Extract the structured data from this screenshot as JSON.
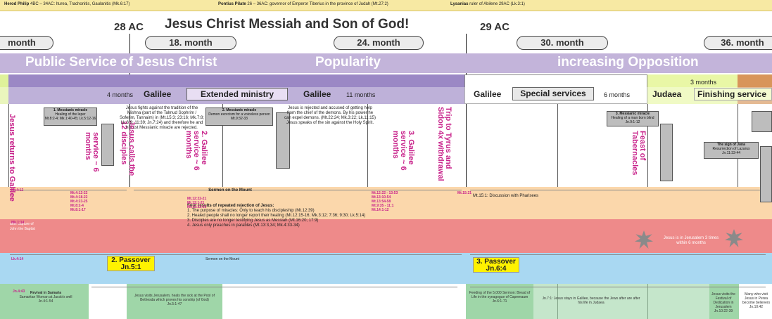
{
  "topbar": {
    "herod_name": "Herod Philip",
    "herod_text": "4BC – 34AC: Iturea, Trachonitis, Gaulanitis (Mk.6:17)",
    "pilate_name": "Pontius Pilate",
    "pilate_text": "26 – 36AC: governor of Emperor Tiberius in the province of Judah (Mt.27:2)",
    "lysanias_name": "Lysanias",
    "lysanias_text": "ruler of Abilene 29AC (Lk.3:1)"
  },
  "header": {
    "title": "Jesus Christ Messiah and Son of God!",
    "year_28": "28 AC",
    "year_29": "29 AC",
    "month_left": "month",
    "month_18": "18. month",
    "month_24": "24. month",
    "month_30": "30. month",
    "month_36": "36. month"
  },
  "phases": {
    "public_service": "Public Service of Jesus Christ",
    "popularity": "Popularity",
    "opposition": "increasing Opposition"
  },
  "segments": {
    "four_months": "4 months",
    "galilee_1": "Galilee",
    "extended_ministry": "Extended ministry",
    "galilee_2": "Galilee",
    "eleven_months": "11 months",
    "galilee_3": "Galilee",
    "special_services": "Special services",
    "six_months": "6 months",
    "three_months": "3 months",
    "judaea": "Judaea",
    "finishing_service": "Finishing service"
  },
  "vertical_labels": {
    "returns_galilee": "Jesus returns to Galilee",
    "galilee_service_1": "1. Galilee service ~ 6 months",
    "calls_12": "Jesus calls the 12 disciples",
    "galilee_service_2": "2. Galilee service ~ 6 months",
    "galilee_service_3": "3. Galilee service ~ 6 months",
    "trip_tyrus": "Trip to Tyrus and Sidon 4x withdrawal",
    "feast_tabernacles": "Feast of Tabernacles"
  },
  "banners": {
    "m1_title": "1. Messianic miracle",
    "m1_text": "Healing of the leper",
    "m1_ref": "Mt.8:2-4; Mk.1:40-45; Lk.5:12-16",
    "m2_title": "2. Messianic miracle",
    "m2_text": "Demon exorcism for a voiceless person",
    "m2_ref": "Mt.9:32-33",
    "m3_title": "3. Messianic miracle",
    "m3_text": "Healing of a man born blind",
    "m3_ref": "Jn.9:1-12",
    "jona_title": "The sign of Jona",
    "jona_text": "Resurrection of Lazarus",
    "jona_ref": "Jn.11:33-44"
  },
  "notes": {
    "mishna": "Jesus fights against the tradition of the Mishna (part of the Talmud Sophrim / Soferim, Tannaim) in (Mt.15:3; 23:16; Mk.7:8; Lk.6:9; 11:39; Jn.7:24) and therefore he and his 1st Messianic miracle are rejected.",
    "rejected": "Jesus is rejected and accused of getting help from the chief of the demons. By his power he can expel demons. (Mt.22:24; Mk.3:22; Lk.11:15) Jesus speaks of the sin against the Holy Spirit.",
    "sermon_mount": "Sermon on the Mount",
    "four_results_title": "Four results of repeated rejection of Jesus:",
    "result_1": "1. The purpose of miracles: Only to teach his discipleship (Mt.12:39)",
    "result_2": "2. Healed people shall no longer report their healing (Mt.12:15-16; Mk.3:12; 7:36; 9:30; Lk.5:14)",
    "result_3": "3. Disciples are no longer testifying Jesus as Messiah (Mt.16:20; 17:9)",
    "result_4": "4. Jesus only preaches in parables (Mt.13:3,34; Mk.4:33-34)",
    "pharisees": "Mt.15:1: Discussion with Pharisees",
    "jerusalem": "Jesus is in Jerusalem 3 times within 6 months",
    "capture": "after capture of John the Baptist",
    "sermon_mount_lk": "Sermon on the Mount"
  },
  "passover": {
    "p2_title": "2. Passover",
    "p2_ref": "Jn.5:1",
    "p3_title": "3. Passover",
    "p3_ref": "Jn.6:4"
  },
  "john_row": {
    "samaria_title": "Revival in Samaria",
    "samaria_text": "Samaritan Woman at Jacob's well",
    "samaria_ref": "Jn.4:1-54",
    "bethesda": "Jesus visits Jerusalem, heals the sick at the Pool of Bethesda which proves his sonship (of God)",
    "bethesda_ref": "Jn.5:1-47",
    "feeding": "Feeding of the 5,000 Sermon: Bread of Life in the synagogue of Capernaum",
    "feeding_ref": "Jn.6:1-71",
    "stays_galilee": "Jn.7:1: Jesus stays in Galilee, because the Jews after are after his life in Judaea",
    "dedication": "Jesus visits the Festival of Dedication in Jerusalem",
    "dedication_ref": "Jn.10:22-39",
    "believe": "Many who visit Jesus in Perea become believers",
    "believe_ref": "Jn.10:42"
  },
  "refs": {
    "mt_col": "Mt.4:12",
    "mk_col": "Mk.1:14",
    "lk_col": "Lk.4:14",
    "jn_col": "Jn.4:43",
    "mt_list": "Mt.4:12-22\nMt.4:18-22\nMt.4:23-25\nMt.8:2-4\nMt.8:1-17",
    "mt_list2": "Mt.12:22-21\nMt.12:1-21\nMt.12:22-53",
    "mt_list3": "Mt.12:22 - 13:53\nMt.13:10-54\nMt.13:54-58\nMt.9:35 - 11:1\nMt.14:1-12",
    "mt_list4": "Mt.15:21"
  }
}
